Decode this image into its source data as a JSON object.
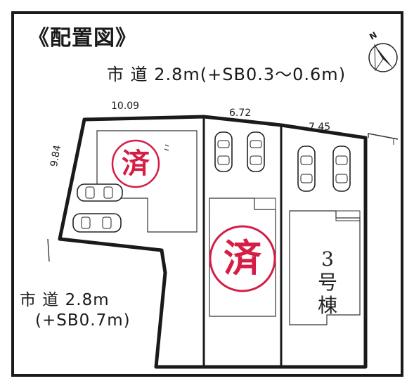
{
  "title": "《配置図》",
  "roads": {
    "top": "市 道 2.8m(+SB0.3〜0.6m)",
    "left_line1": "市 道 2.8m",
    "left_line2": "(+SB0.7m)"
  },
  "dimensions": [
    "10.09",
    "6.72",
    "7.45",
    "9.84"
  ],
  "lots": [
    {
      "status": "済"
    },
    {
      "status": "済"
    },
    {
      "building_label": "3\n号\n棟",
      "building_lines": [
        "3",
        "号",
        "棟"
      ]
    }
  ],
  "compass": {
    "label": "N",
    "icon": "north-arrow-icon"
  },
  "colors": {
    "stamp": "#d51d46",
    "line": "#1a1a1a"
  }
}
